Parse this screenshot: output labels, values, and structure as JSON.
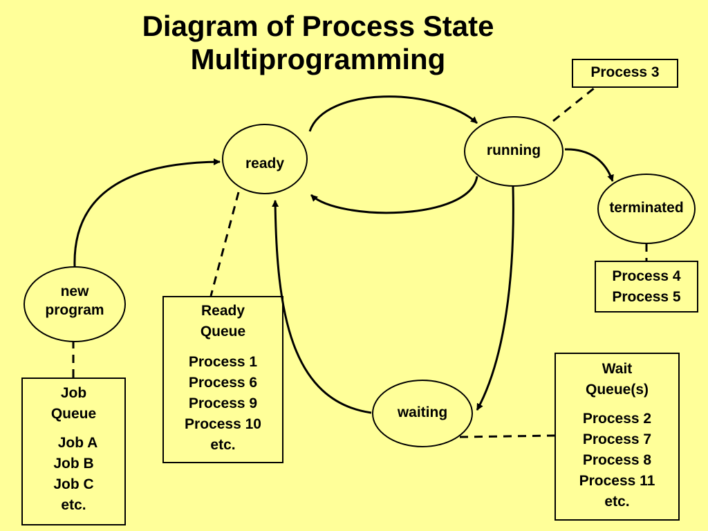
{
  "title": {
    "line1": "Diagram of Process State",
    "line2": "Multiprogramming"
  },
  "states": {
    "ready": "ready",
    "running": "running",
    "terminated": "terminated",
    "waiting": "waiting",
    "new_program": [
      "new",
      "program"
    ]
  },
  "boxes": {
    "running_box": {
      "items": [
        "Process 3"
      ]
    },
    "terminated_box": {
      "items": [
        "Process 4",
        "Process 5"
      ]
    },
    "ready_queue": {
      "heading": [
        "Ready",
        "Queue"
      ],
      "items": [
        "Process 1",
        "Process 6",
        "Process 9",
        "Process 10",
        "etc."
      ]
    },
    "job_queue": {
      "heading": [
        "Job",
        "Queue"
      ],
      "items": [
        "Job A",
        "Job B",
        "Job C",
        "etc."
      ]
    },
    "wait_queue": {
      "heading": [
        "Wait",
        "Queue(s)"
      ],
      "items": [
        "Process 2",
        "Process 7",
        "Process 8",
        "Process 11",
        "etc."
      ]
    }
  },
  "colors": {
    "background": "#FFFF99",
    "node_fill": "#FFFF99",
    "stroke": "#000000"
  }
}
